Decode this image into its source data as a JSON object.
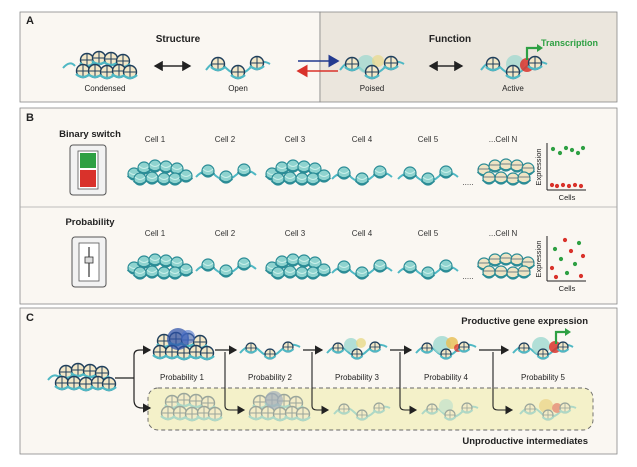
{
  "panel_a": {
    "letter": "A",
    "structure_label": "Structure",
    "function_label": "Function",
    "transcription_label": "Transcription",
    "states": [
      "Condensed",
      "Open",
      "Poised",
      "Active"
    ]
  },
  "panel_b": {
    "letter": "B",
    "binary_title": "Binary switch",
    "probability_title": "Probability",
    "cells": [
      "Cell 1",
      "Cell 2",
      "Cell 3",
      "Cell 4",
      "Cell 5",
      "...Cell N"
    ],
    "ellipsis": ".....",
    "chart_y_label": "Expression",
    "chart_x_label": "Cells"
  },
  "panel_c": {
    "letter": "C",
    "productive_label": "Productive gene expression",
    "unproductive_label": "Unproductive intermediates",
    "steps": [
      "Probability 1",
      "Probability 2",
      "Probability 3",
      "Probability 4",
      "Probability 5"
    ]
  },
  "colors": {
    "nucleosome_fill": "#f3e7c6",
    "nucleosome_stroke": "#1f3f5c",
    "dna": "#4fb8c4",
    "green_arrow": "#2ea043",
    "red": "#d9322b",
    "blue": "#233a8f",
    "panel_bg": "#faf7f2",
    "panel_a_right_bg": "#ebe6dd",
    "unproductive_bg": "#f4f1c9"
  }
}
